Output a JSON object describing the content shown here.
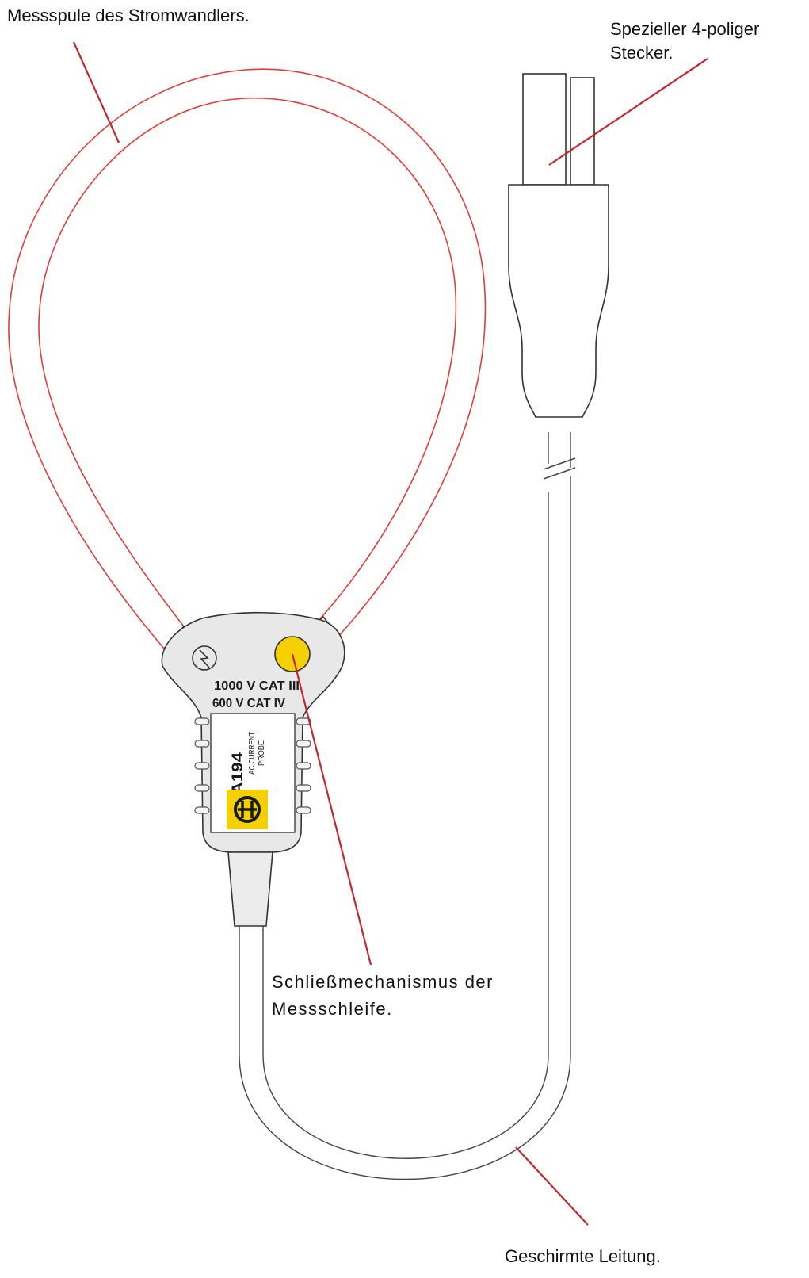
{
  "callouts": {
    "coil": "Messspule des Stromwandlers.",
    "connector_line1": "Spezieller 4-poliger",
    "connector_line2": "Stecker.",
    "lock_line1": "Schließmechanismus der",
    "lock_line2": "Messschleife.",
    "cable": "Geschirmte Leitung."
  },
  "probe": {
    "rating_1": "1000 V CAT III",
    "rating_2": "600 V CAT IV",
    "model": "MA194",
    "description_1": "AC CURRENT",
    "description_2": "PROBE"
  },
  "colors": {
    "leader": "#c0282d",
    "coil": "#e23b3b",
    "lock_button": "#f4d000",
    "logo_background": "#f4d000",
    "outline": "#333333"
  }
}
